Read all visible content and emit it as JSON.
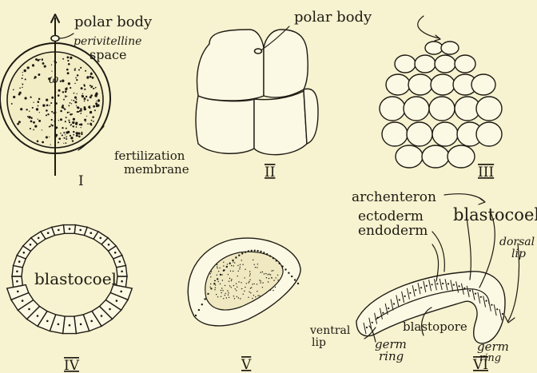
{
  "figure_labels": {
    "stage_1": "I",
    "stage_2": "II",
    "stage_3": "III",
    "stage_4": "IV",
    "stage_5": "V",
    "stage_6": "VI"
  },
  "annotations": {
    "polar_body": "polar body",
    "polar_body_2": "polar body",
    "perivitelline": "perivitelline",
    "space": "space",
    "fertilization": "fertilization",
    "membrane": "membrane",
    "omega": "ω",
    "blastocoel_4": "blastocoel",
    "archenteron": "archenteron",
    "ectoderm": "ectoderm",
    "endoderm": "endoderm",
    "blastocoel_6": "blastocoel",
    "dorsal": "dorsal",
    "lip": "lip",
    "ventral": "ventral",
    "lip2": "lip",
    "blastopore": "blastopore",
    "germ_ring_left_1": "germ",
    "germ_ring_left_2": "ring",
    "germ_ring_right_1": "germ",
    "germ_ring_right_2": "ring"
  },
  "colors": {
    "paper": "#f7f2cf",
    "ink": "#1e1b14"
  }
}
